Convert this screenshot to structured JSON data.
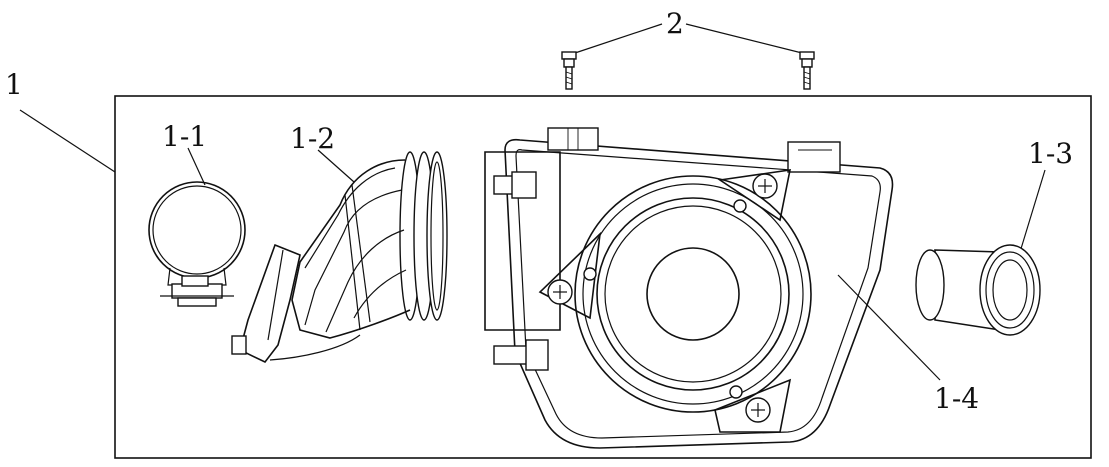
{
  "labels": {
    "assembly": "1",
    "clamp": "1-1",
    "intake_hose": "1-2",
    "outlet_pipe": "1-3",
    "filter_housing": "1-4",
    "bolts": "2"
  }
}
